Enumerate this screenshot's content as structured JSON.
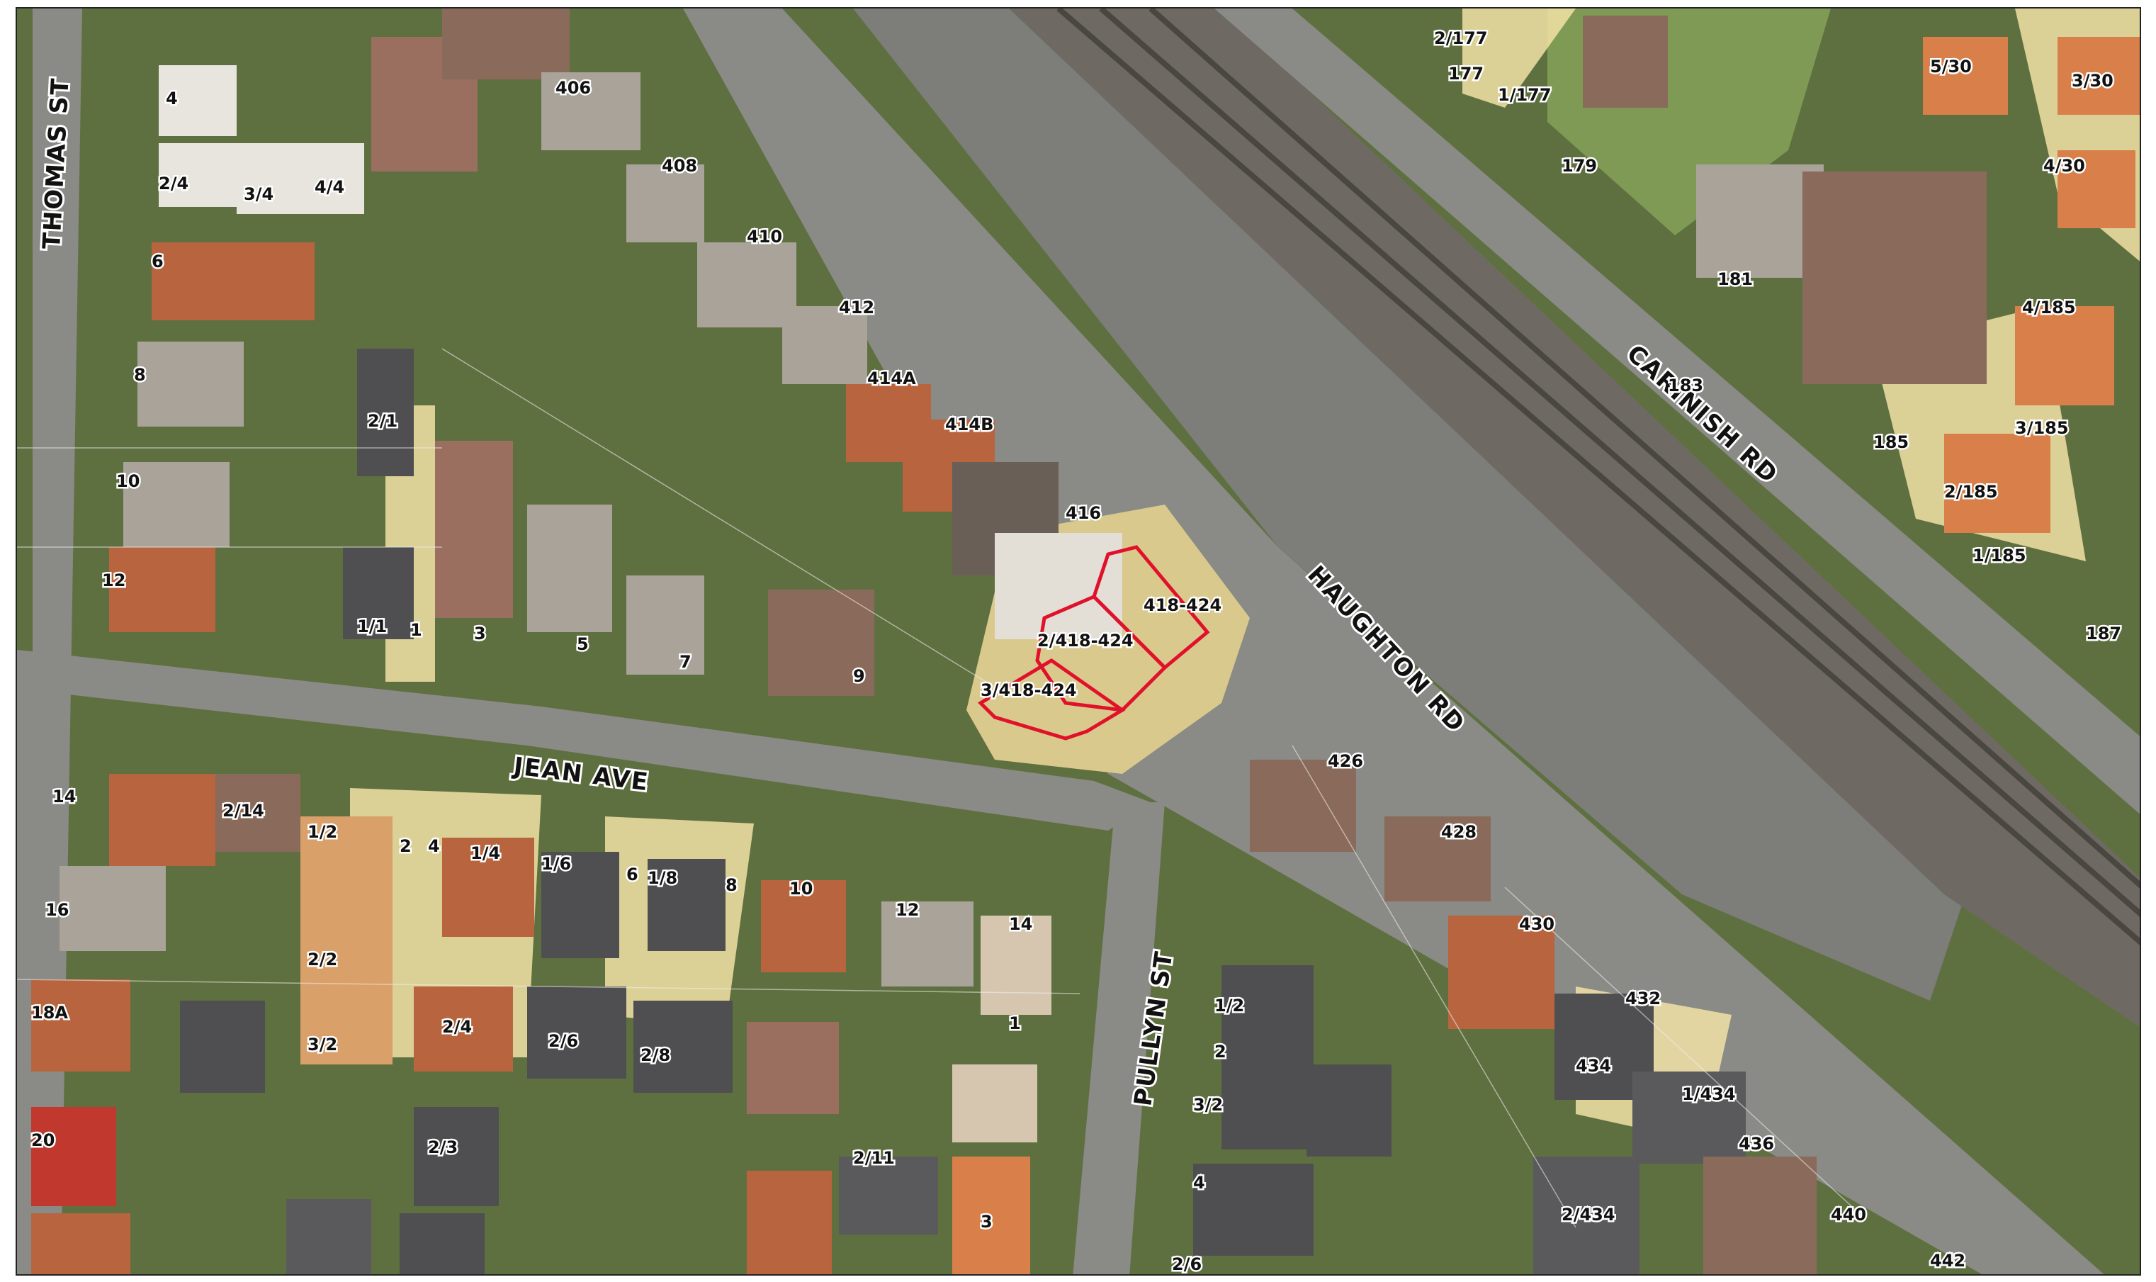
{
  "colors": {
    "road": "#8a8a86",
    "vegetation": "#5d7a3a",
    "lawn": "#7f9a55",
    "roof_light": "#a9a39a",
    "roof_dark": "#4f4f52",
    "roof_terracotta": "#b8643e",
    "parcel_highlight": "#f1e2a6",
    "subject_outline": "#e0122b",
    "rail": "#6e6a63",
    "label_text": "#111111"
  },
  "streets": [
    {
      "id": "thomas",
      "label": "THOMAS ST"
    },
    {
      "id": "jean",
      "label": "JEAN AVE"
    },
    {
      "id": "pullyn",
      "label": "PULLYN ST"
    },
    {
      "id": "haughton",
      "label": "HAUGHTON RD"
    },
    {
      "id": "carinish",
      "label": "CARINISH RD"
    }
  ],
  "subject_site": {
    "labels": [
      "418-424",
      "2/418-424",
      "3/418-424"
    ]
  },
  "lot_labels": [
    "2/177",
    "177",
    "1/177",
    "179",
    "181",
    "183",
    "5/30",
    "3/30",
    "4/30",
    "4/185",
    "3/185",
    "185",
    "2/185",
    "1/185",
    "187",
    "4",
    "2/4",
    "3/4",
    "4/4",
    "6",
    "8",
    "2/1",
    "10",
    "12",
    "1/1",
    "1",
    "3",
    "5",
    "7",
    "9",
    "406",
    "408",
    "410",
    "412",
    "414A",
    "414B",
    "416",
    "14",
    "2/14",
    "1/2",
    "2",
    "4",
    "1/4",
    "1/6",
    "6",
    "1/8",
    "8",
    "10",
    "12",
    "14",
    "16",
    "2/2",
    "18A",
    "2/4",
    "2/6",
    "2/8",
    "3/2",
    "1",
    "20",
    "2/3",
    "426",
    "428",
    "430",
    "432",
    "434",
    "1/434",
    "436",
    "2/434",
    "440",
    "442",
    "1/2",
    "2",
    "3/2",
    "4",
    "2/6",
    "2/11",
    "3"
  ]
}
